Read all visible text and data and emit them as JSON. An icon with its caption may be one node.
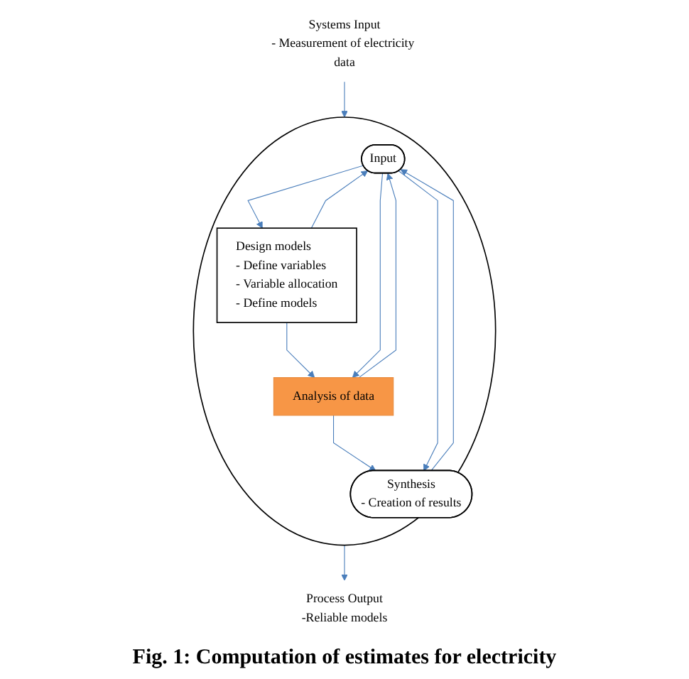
{
  "diagram": {
    "caption": "Fig. 1: Computation of estimates for electricity",
    "nodes": [
      {
        "text": [
          "Systems Input",
          "- Measurement of electricity data"
        ]
      },
      {
        "text": [],
        "shape": "ellipse"
      },
      {
        "text": [
          "Input"
        ],
        "in": 1
      },
      {
        "text": [
          "Design models",
          "- Define variables",
          "- Variable allocation",
          "- Define models"
        ],
        "in": 1
      },
      {
        "text": [
          "Analysis of data"
        ],
        "in": 1
      },
      {
        "text": [
          "Synthesis",
          "- Creation of results"
        ],
        "in": 1
      },
      {
        "text": [
          "Process Output",
          "-Reliable models"
        ]
      }
    ],
    "edges": [
      {
        "from": 0,
        "to": 1,
        "arrow": "to"
      },
      {
        "from": 2,
        "to": 3,
        "arrow": "to"
      },
      {
        "from": 3,
        "to": 2,
        "arrow": "to"
      },
      {
        "from": 3,
        "to": 4,
        "arrow": "to"
      },
      {
        "from": 2,
        "to": 4,
        "arrow": "to"
      },
      {
        "from": 4,
        "to": 2,
        "arrow": "to"
      },
      {
        "from": 4,
        "to": 5,
        "arrow": "to"
      },
      {
        "from": 2,
        "to": 5,
        "arrow": "to"
      },
      {
        "from": 5,
        "to": 2,
        "arrow": "to"
      },
      {
        "from": 1,
        "to": 6,
        "arrow": "to"
      }
    ]
  }
}
